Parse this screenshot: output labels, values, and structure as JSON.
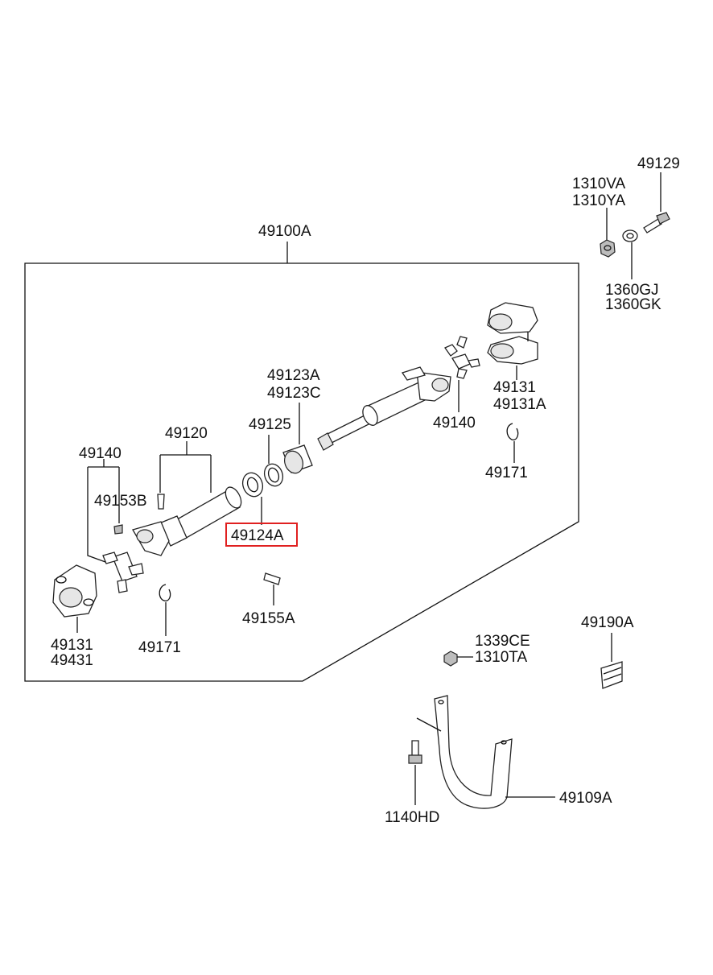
{
  "accent_color": "#e02020",
  "highlighted_part": "49124A",
  "labels": {
    "p49100A": "49100A",
    "p49129": "49129",
    "p1310VA": "1310VA",
    "p1310YA": "1310YA",
    "p1360GJ": "1360GJ",
    "p1360GK": "1360GK",
    "p49131_top": "49131",
    "p49131A": "49131A",
    "p49123A": "49123A",
    "p49123C": "49123C",
    "p49125": "49125",
    "p49120": "49120",
    "p49140_right": "49140",
    "p49140_left": "49140",
    "p49171_right": "49171",
    "p49153B": "49153B",
    "p49124A": "49124A",
    "p49155A": "49155A",
    "p49131_bottom": "49131",
    "p49431": "49431",
    "p49171_left": "49171",
    "p49190A": "49190A",
    "p1339CE": "1339CE",
    "p1310TA": "1310TA",
    "p49109A": "49109A",
    "p1140HD": "1140HD"
  }
}
